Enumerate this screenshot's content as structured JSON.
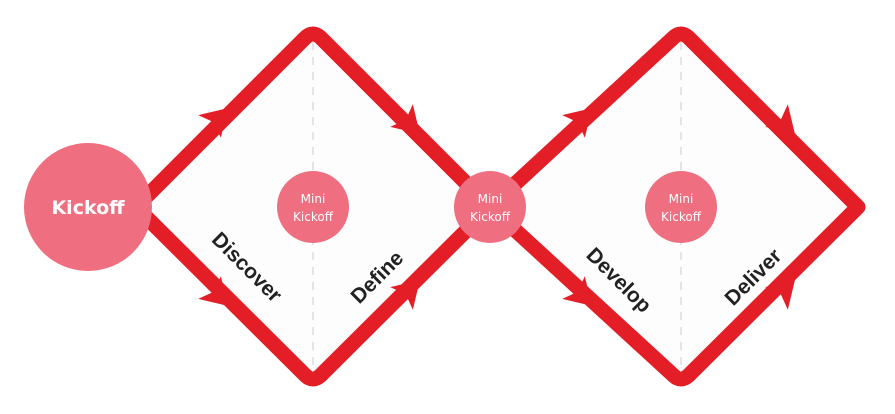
{
  "diagram": {
    "title": "Double Diamond",
    "kickoff": "Kickoff",
    "mini_kickoff": [
      "Mini",
      "Kickoff"
    ],
    "phases": [
      "Discover",
      "Define",
      "Develop",
      "Deliver"
    ],
    "colors": {
      "line": "#e31e26",
      "node": "#ef6f80",
      "text": "#222222"
    }
  }
}
